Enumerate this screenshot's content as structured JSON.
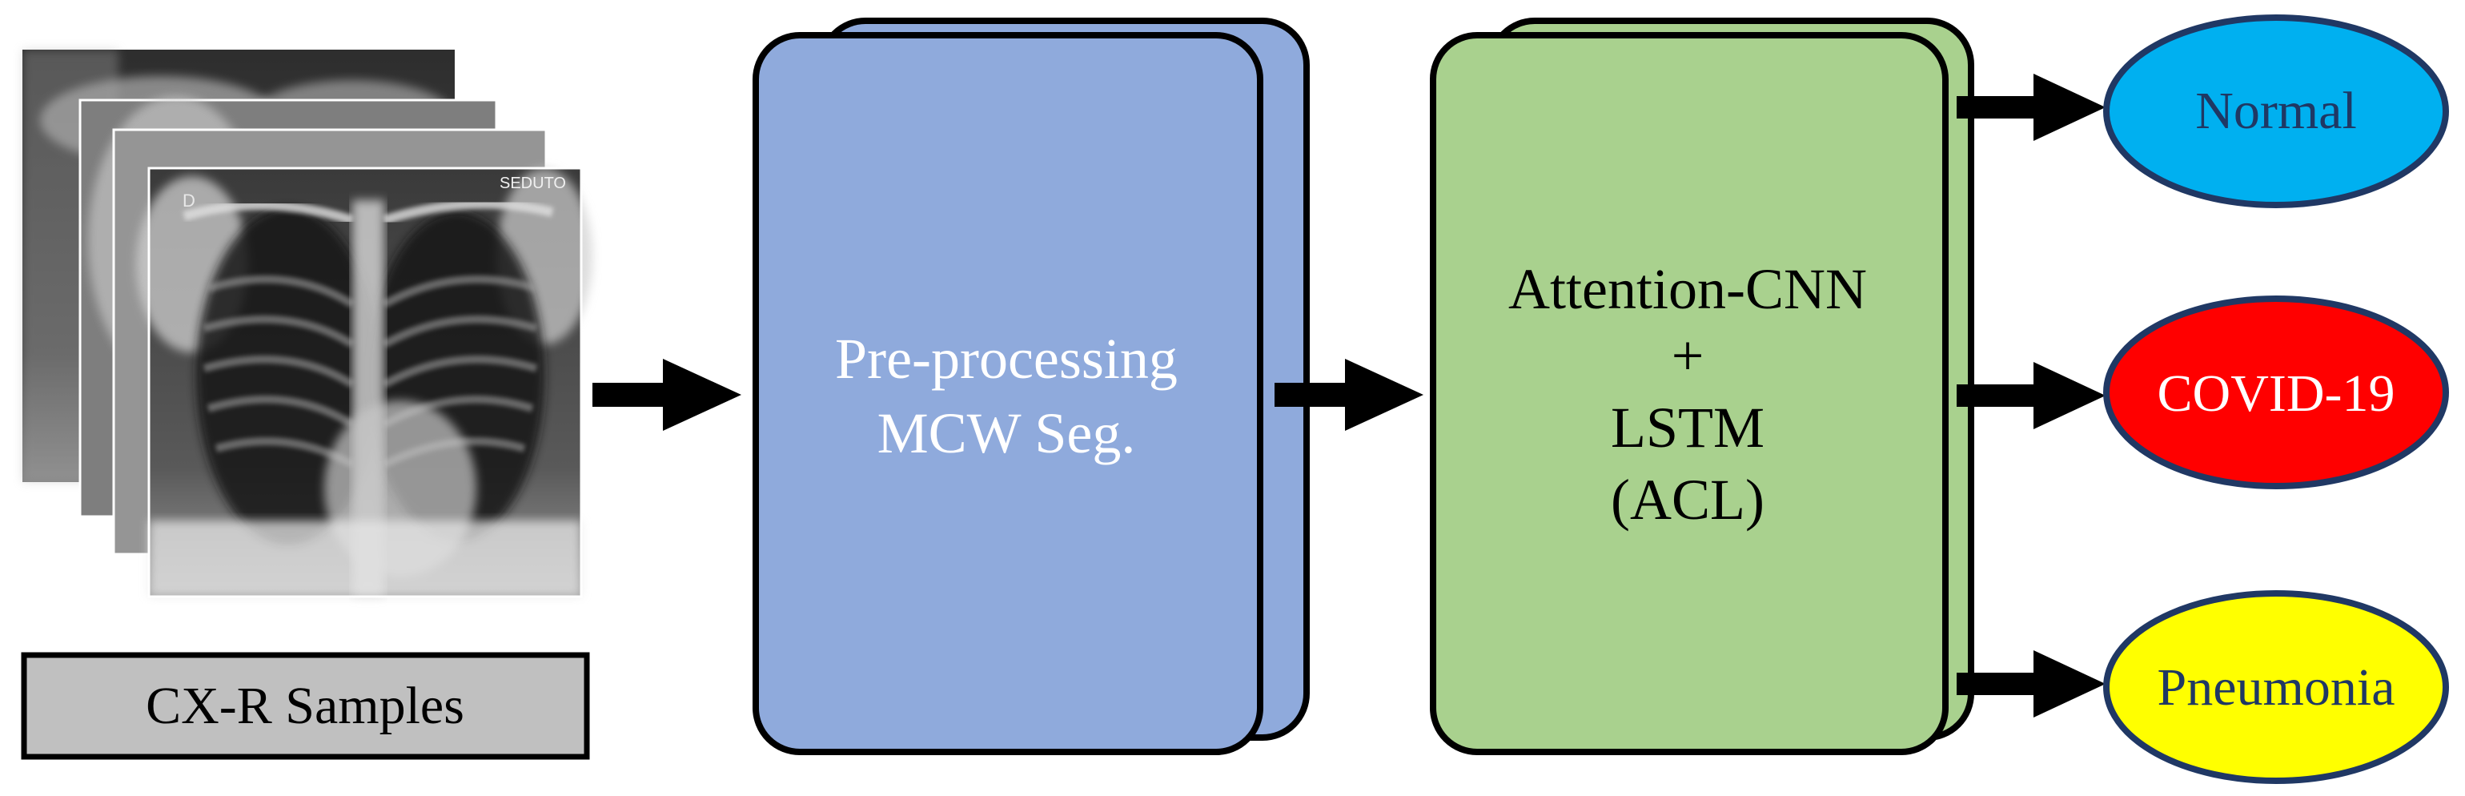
{
  "samples": {
    "label": "CX-R Samples",
    "xray_corner_text": "SEDUTO",
    "xray_marker": "D"
  },
  "preprocess": {
    "line1": "Pre-processing",
    "line2": "MCW Seg."
  },
  "model": {
    "line1": "Attention-CNN",
    "line2": "+",
    "line3": "LSTM",
    "line4": "(ACL)"
  },
  "outputs": [
    {
      "label": "Normal",
      "fill": "#00B0F0",
      "text_color": "#1F3864"
    },
    {
      "label": "COVID-19",
      "fill": "#FF0000",
      "text_color": "#FFFFFF"
    },
    {
      "label": "Pneumonia",
      "fill": "#FFFF00",
      "text_color": "#1F3864"
    }
  ],
  "colors": {
    "preprocess_fill": "#8FAADC",
    "model_fill": "#A9D18E",
    "label_box_fill": "#C0C0C0",
    "ellipse_stroke": "#203864"
  }
}
